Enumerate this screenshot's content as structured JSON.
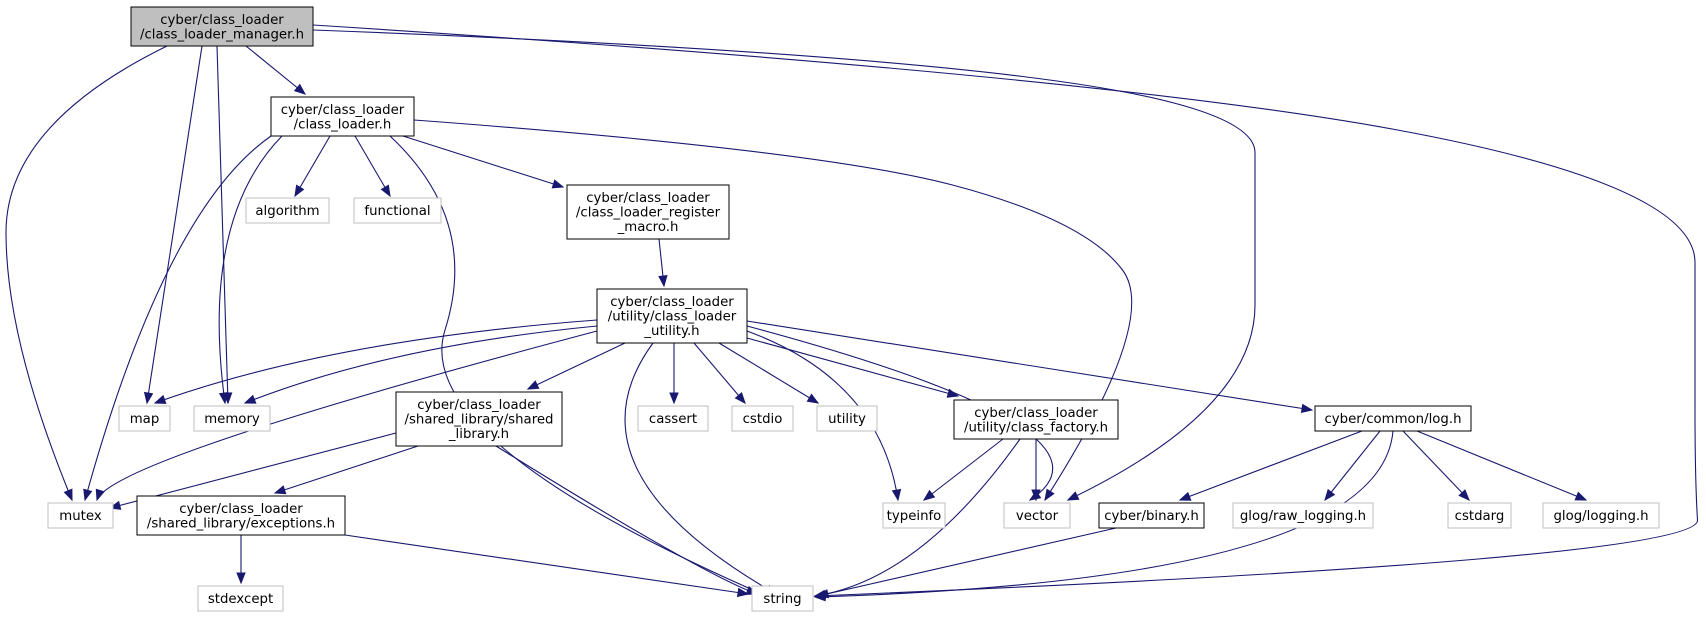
{
  "colors": {
    "edge": "#191970",
    "root_fill": "#bfbfbf",
    "internal_border": "#000000",
    "external_border": "#bfbfbf"
  },
  "nodes": [
    {
      "id": "clm",
      "kind": "root",
      "lines": [
        "cyber/class_loader",
        "/class_loader_manager.h"
      ]
    },
    {
      "id": "cl",
      "kind": "internal",
      "lines": [
        "cyber/class_loader",
        "/class_loader.h"
      ]
    },
    {
      "id": "crm",
      "kind": "internal",
      "lines": [
        "cyber/class_loader",
        "/class_loader_register",
        "_macro.h"
      ]
    },
    {
      "id": "clu",
      "kind": "internal",
      "lines": [
        "cyber/class_loader",
        "/utility/class_loader",
        "_utility.h"
      ]
    },
    {
      "id": "sl",
      "kind": "internal",
      "lines": [
        "cyber/class_loader",
        "/shared_library/shared",
        "_library.h"
      ]
    },
    {
      "id": "exc",
      "kind": "internal",
      "lines": [
        "cyber/class_loader",
        "/shared_library/exceptions.h"
      ]
    },
    {
      "id": "cf",
      "kind": "internal",
      "lines": [
        "cyber/class_loader",
        "/utility/class_factory.h"
      ]
    },
    {
      "id": "log",
      "kind": "internal",
      "lines": [
        "cyber/common/log.h"
      ]
    },
    {
      "id": "bin",
      "kind": "internal",
      "lines": [
        "cyber/binary.h"
      ]
    },
    {
      "id": "algorithm",
      "kind": "external",
      "lines": [
        "algorithm"
      ]
    },
    {
      "id": "functional",
      "kind": "external",
      "lines": [
        "functional"
      ]
    },
    {
      "id": "map",
      "kind": "external",
      "lines": [
        "map"
      ]
    },
    {
      "id": "memory",
      "kind": "external",
      "lines": [
        "memory"
      ]
    },
    {
      "id": "mutex",
      "kind": "external",
      "lines": [
        "mutex"
      ]
    },
    {
      "id": "cassert",
      "kind": "external",
      "lines": [
        "cassert"
      ]
    },
    {
      "id": "cstdio",
      "kind": "external",
      "lines": [
        "cstdio"
      ]
    },
    {
      "id": "utility",
      "kind": "external",
      "lines": [
        "utility"
      ]
    },
    {
      "id": "typeinfo",
      "kind": "external",
      "lines": [
        "typeinfo"
      ]
    },
    {
      "id": "vector",
      "kind": "external",
      "lines": [
        "vector"
      ]
    },
    {
      "id": "glograw",
      "kind": "external",
      "lines": [
        "glog/raw_logging.h"
      ]
    },
    {
      "id": "cstdarg",
      "kind": "external",
      "lines": [
        "cstdarg"
      ]
    },
    {
      "id": "gloglog",
      "kind": "external",
      "lines": [
        "glog/logging.h"
      ]
    },
    {
      "id": "stdexcept",
      "kind": "external",
      "lines": [
        "stdexcept"
      ]
    },
    {
      "id": "string",
      "kind": "external",
      "lines": [
        "string"
      ]
    }
  ],
  "edges": [
    {
      "from": "clm",
      "to": "cl"
    },
    {
      "from": "clm",
      "to": "map"
    },
    {
      "from": "clm",
      "to": "memory"
    },
    {
      "from": "clm",
      "to": "mutex"
    },
    {
      "from": "clm",
      "to": "vector"
    },
    {
      "from": "clm",
      "to": "string"
    },
    {
      "from": "cl",
      "to": "algorithm"
    },
    {
      "from": "cl",
      "to": "functional"
    },
    {
      "from": "cl",
      "to": "crm"
    },
    {
      "from": "cl",
      "to": "memory"
    },
    {
      "from": "cl",
      "to": "mutex"
    },
    {
      "from": "cl",
      "to": "string"
    },
    {
      "from": "cl",
      "to": "vector"
    },
    {
      "from": "crm",
      "to": "clu"
    },
    {
      "from": "clu",
      "to": "map"
    },
    {
      "from": "clu",
      "to": "memory"
    },
    {
      "from": "clu",
      "to": "mutex"
    },
    {
      "from": "clu",
      "to": "sl"
    },
    {
      "from": "clu",
      "to": "string"
    },
    {
      "from": "clu",
      "to": "cassert"
    },
    {
      "from": "clu",
      "to": "cstdio"
    },
    {
      "from": "clu",
      "to": "utility"
    },
    {
      "from": "clu",
      "to": "typeinfo"
    },
    {
      "from": "clu",
      "to": "cf"
    },
    {
      "from": "clu",
      "to": "vector"
    },
    {
      "from": "clu",
      "to": "log"
    },
    {
      "from": "sl",
      "to": "mutex"
    },
    {
      "from": "sl",
      "to": "exc"
    },
    {
      "from": "sl",
      "to": "string"
    },
    {
      "from": "exc",
      "to": "stdexcept"
    },
    {
      "from": "exc",
      "to": "string"
    },
    {
      "from": "cf",
      "to": "typeinfo"
    },
    {
      "from": "cf",
      "to": "vector"
    },
    {
      "from": "cf",
      "to": "string"
    },
    {
      "from": "log",
      "to": "bin"
    },
    {
      "from": "log",
      "to": "glograw"
    },
    {
      "from": "log",
      "to": "cstdarg"
    },
    {
      "from": "log",
      "to": "gloglog"
    },
    {
      "from": "log",
      "to": "string"
    },
    {
      "from": "bin",
      "to": "string"
    }
  ]
}
